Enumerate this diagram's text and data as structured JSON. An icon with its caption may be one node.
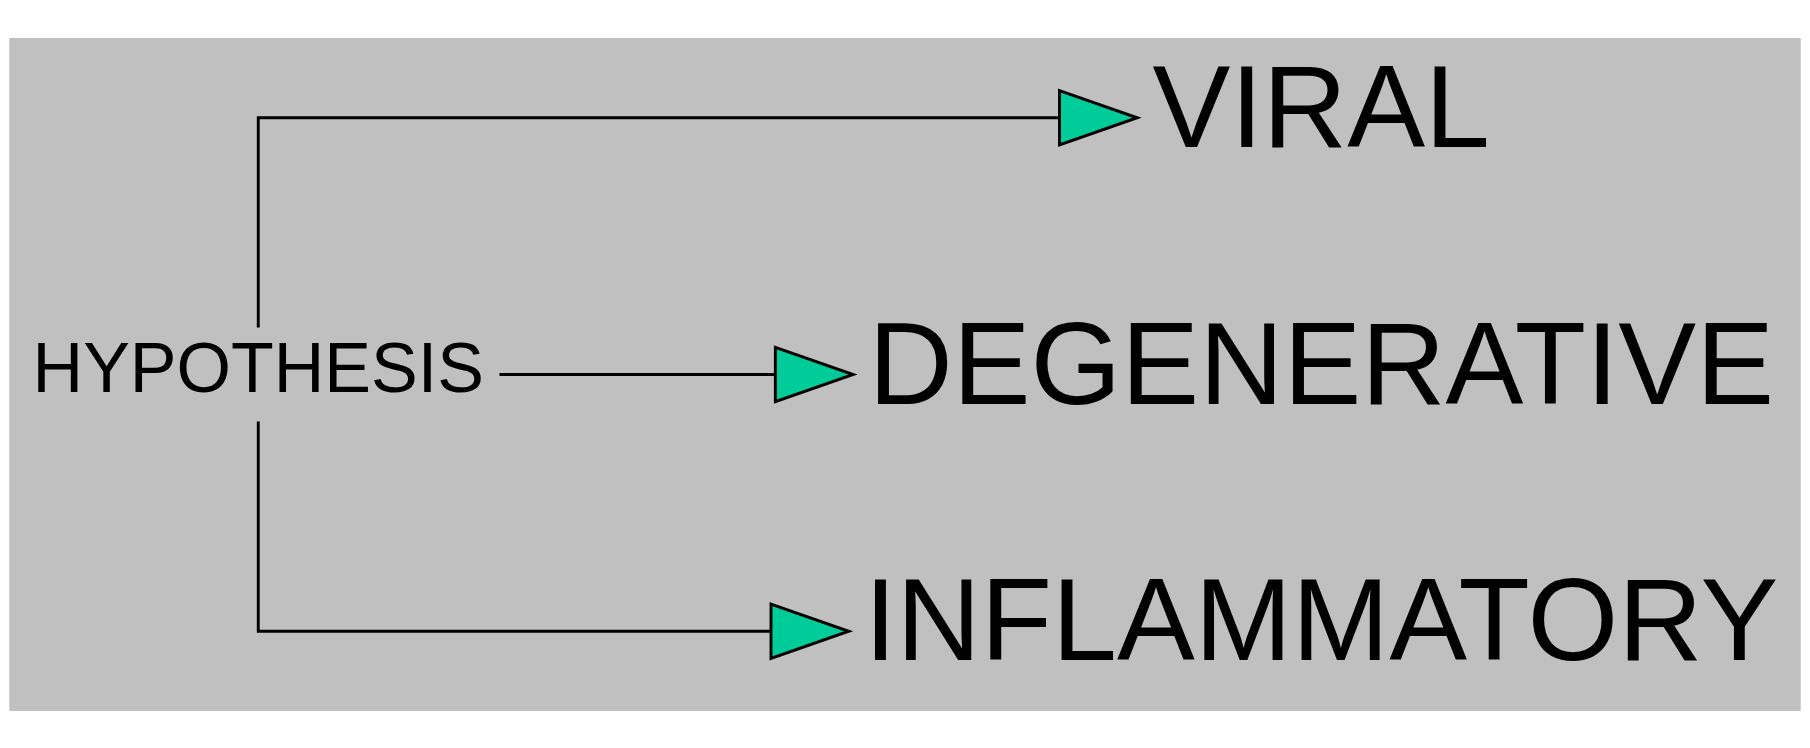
{
  "diagram": {
    "nodes": [
      {
        "text": [
          "HYPOTHESIS"
        ]
      },
      {
        "text": [
          "VIRAL"
        ]
      },
      {
        "text": [
          "DEGENERATIVE"
        ]
      },
      {
        "text": [
          "INFLAMMATORY"
        ]
      }
    ],
    "edges": [
      {
        "from": 0,
        "to": 1,
        "arrow": "to"
      },
      {
        "from": 0,
        "to": 2,
        "arrow": "to"
      },
      {
        "from": 0,
        "to": 3,
        "arrow": "to"
      }
    ]
  }
}
